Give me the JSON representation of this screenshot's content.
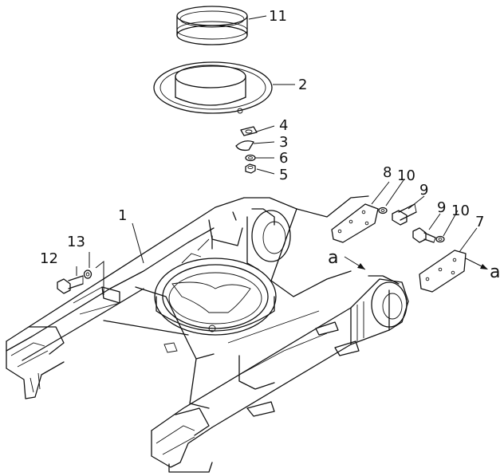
{
  "labels": {
    "p1": "1",
    "p2": "2",
    "p3": "3",
    "p4": "4",
    "p5": "5",
    "p6": "6",
    "p7": "7",
    "p8": "8",
    "p9a": "9",
    "p9b": "9",
    "p10a": "10",
    "p10b": "10",
    "p11": "11",
    "p12": "12",
    "p13": "13",
    "view_a_left": "a",
    "view_a_right": "a"
  }
}
